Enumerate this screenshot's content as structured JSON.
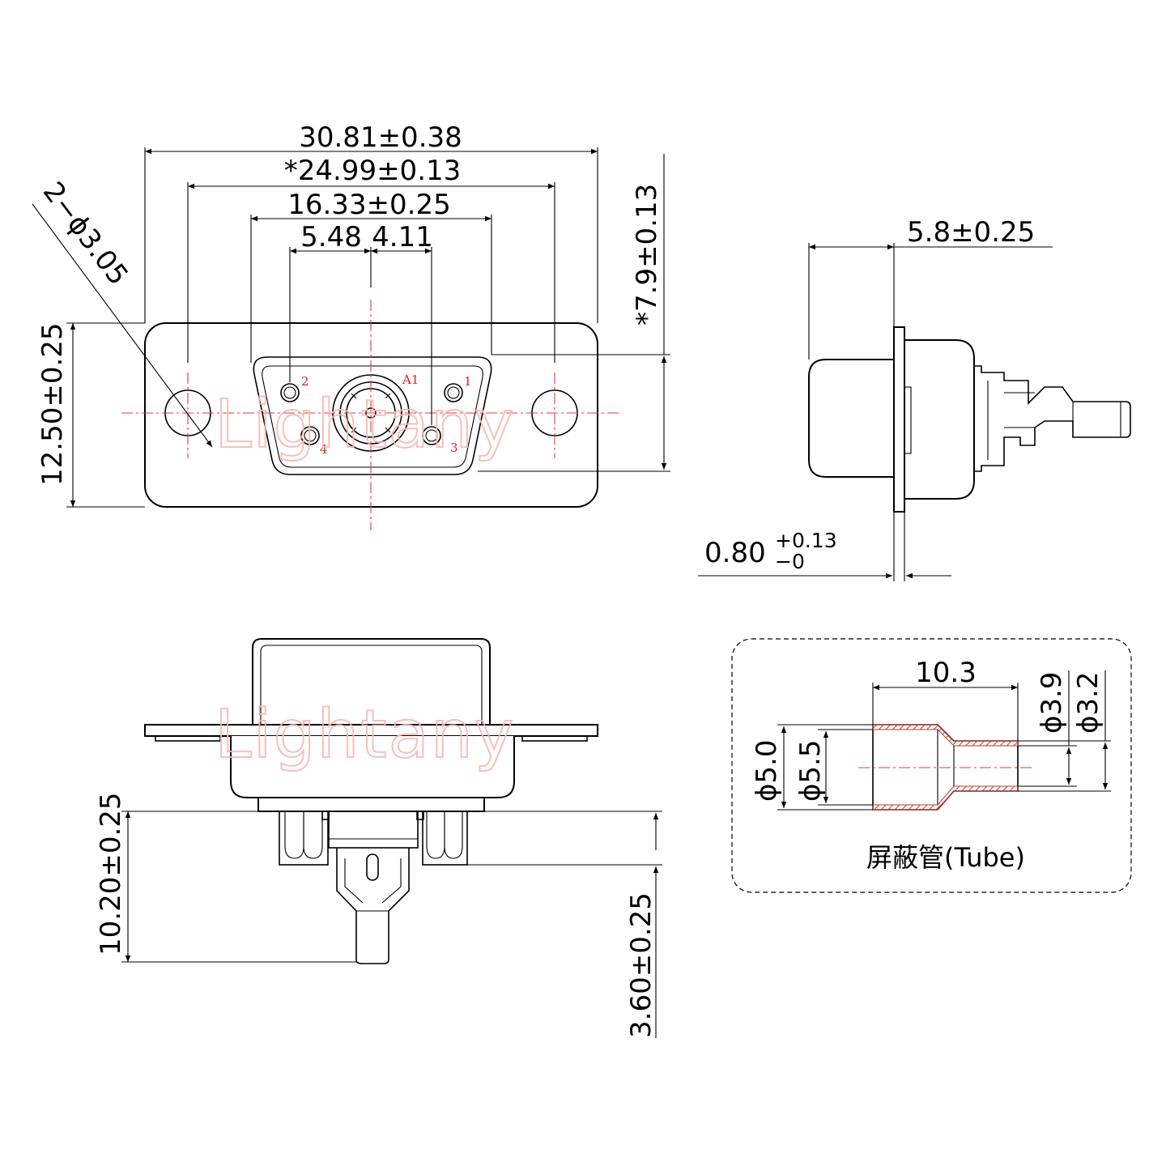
{
  "watermark": "Lightany",
  "front_view": {
    "dim_overall_width": "30.81±0.38",
    "dim_mount_spacing": "*24.99±0.13",
    "dim_shell_width": "16.33±0.25",
    "dim_pin_left": "5.48",
    "dim_pin_right": "4.11",
    "dim_mount_holes": "2−ϕ3.05",
    "dim_flange_height": "12.50±0.25",
    "dim_shell_height": "*7.9±0.13",
    "pin_labels": [
      "1",
      "2",
      "3",
      "4",
      "A1"
    ]
  },
  "side_view": {
    "dim_depth": "5.8±0.25",
    "dim_flange_thickness": "0.80",
    "tol_upper": "+0.13",
    "tol_lower": "−0"
  },
  "bottom_view": {
    "dim_total_height": "10.20±0.25",
    "dim_pin_height": "3.60±0.25"
  },
  "tube_detail": {
    "dim_length": "10.3",
    "dim_d1": "ϕ3.9",
    "dim_d2": "ϕ3.2",
    "dim_d3": "ϕ5.0",
    "dim_d4": "ϕ5.5",
    "caption": "屏蔽管(Tube)",
    "colors": {
      "center_line": "#e23b3b",
      "tube_hatch": "#c0392b",
      "watermark": "#f6b9b9"
    }
  }
}
